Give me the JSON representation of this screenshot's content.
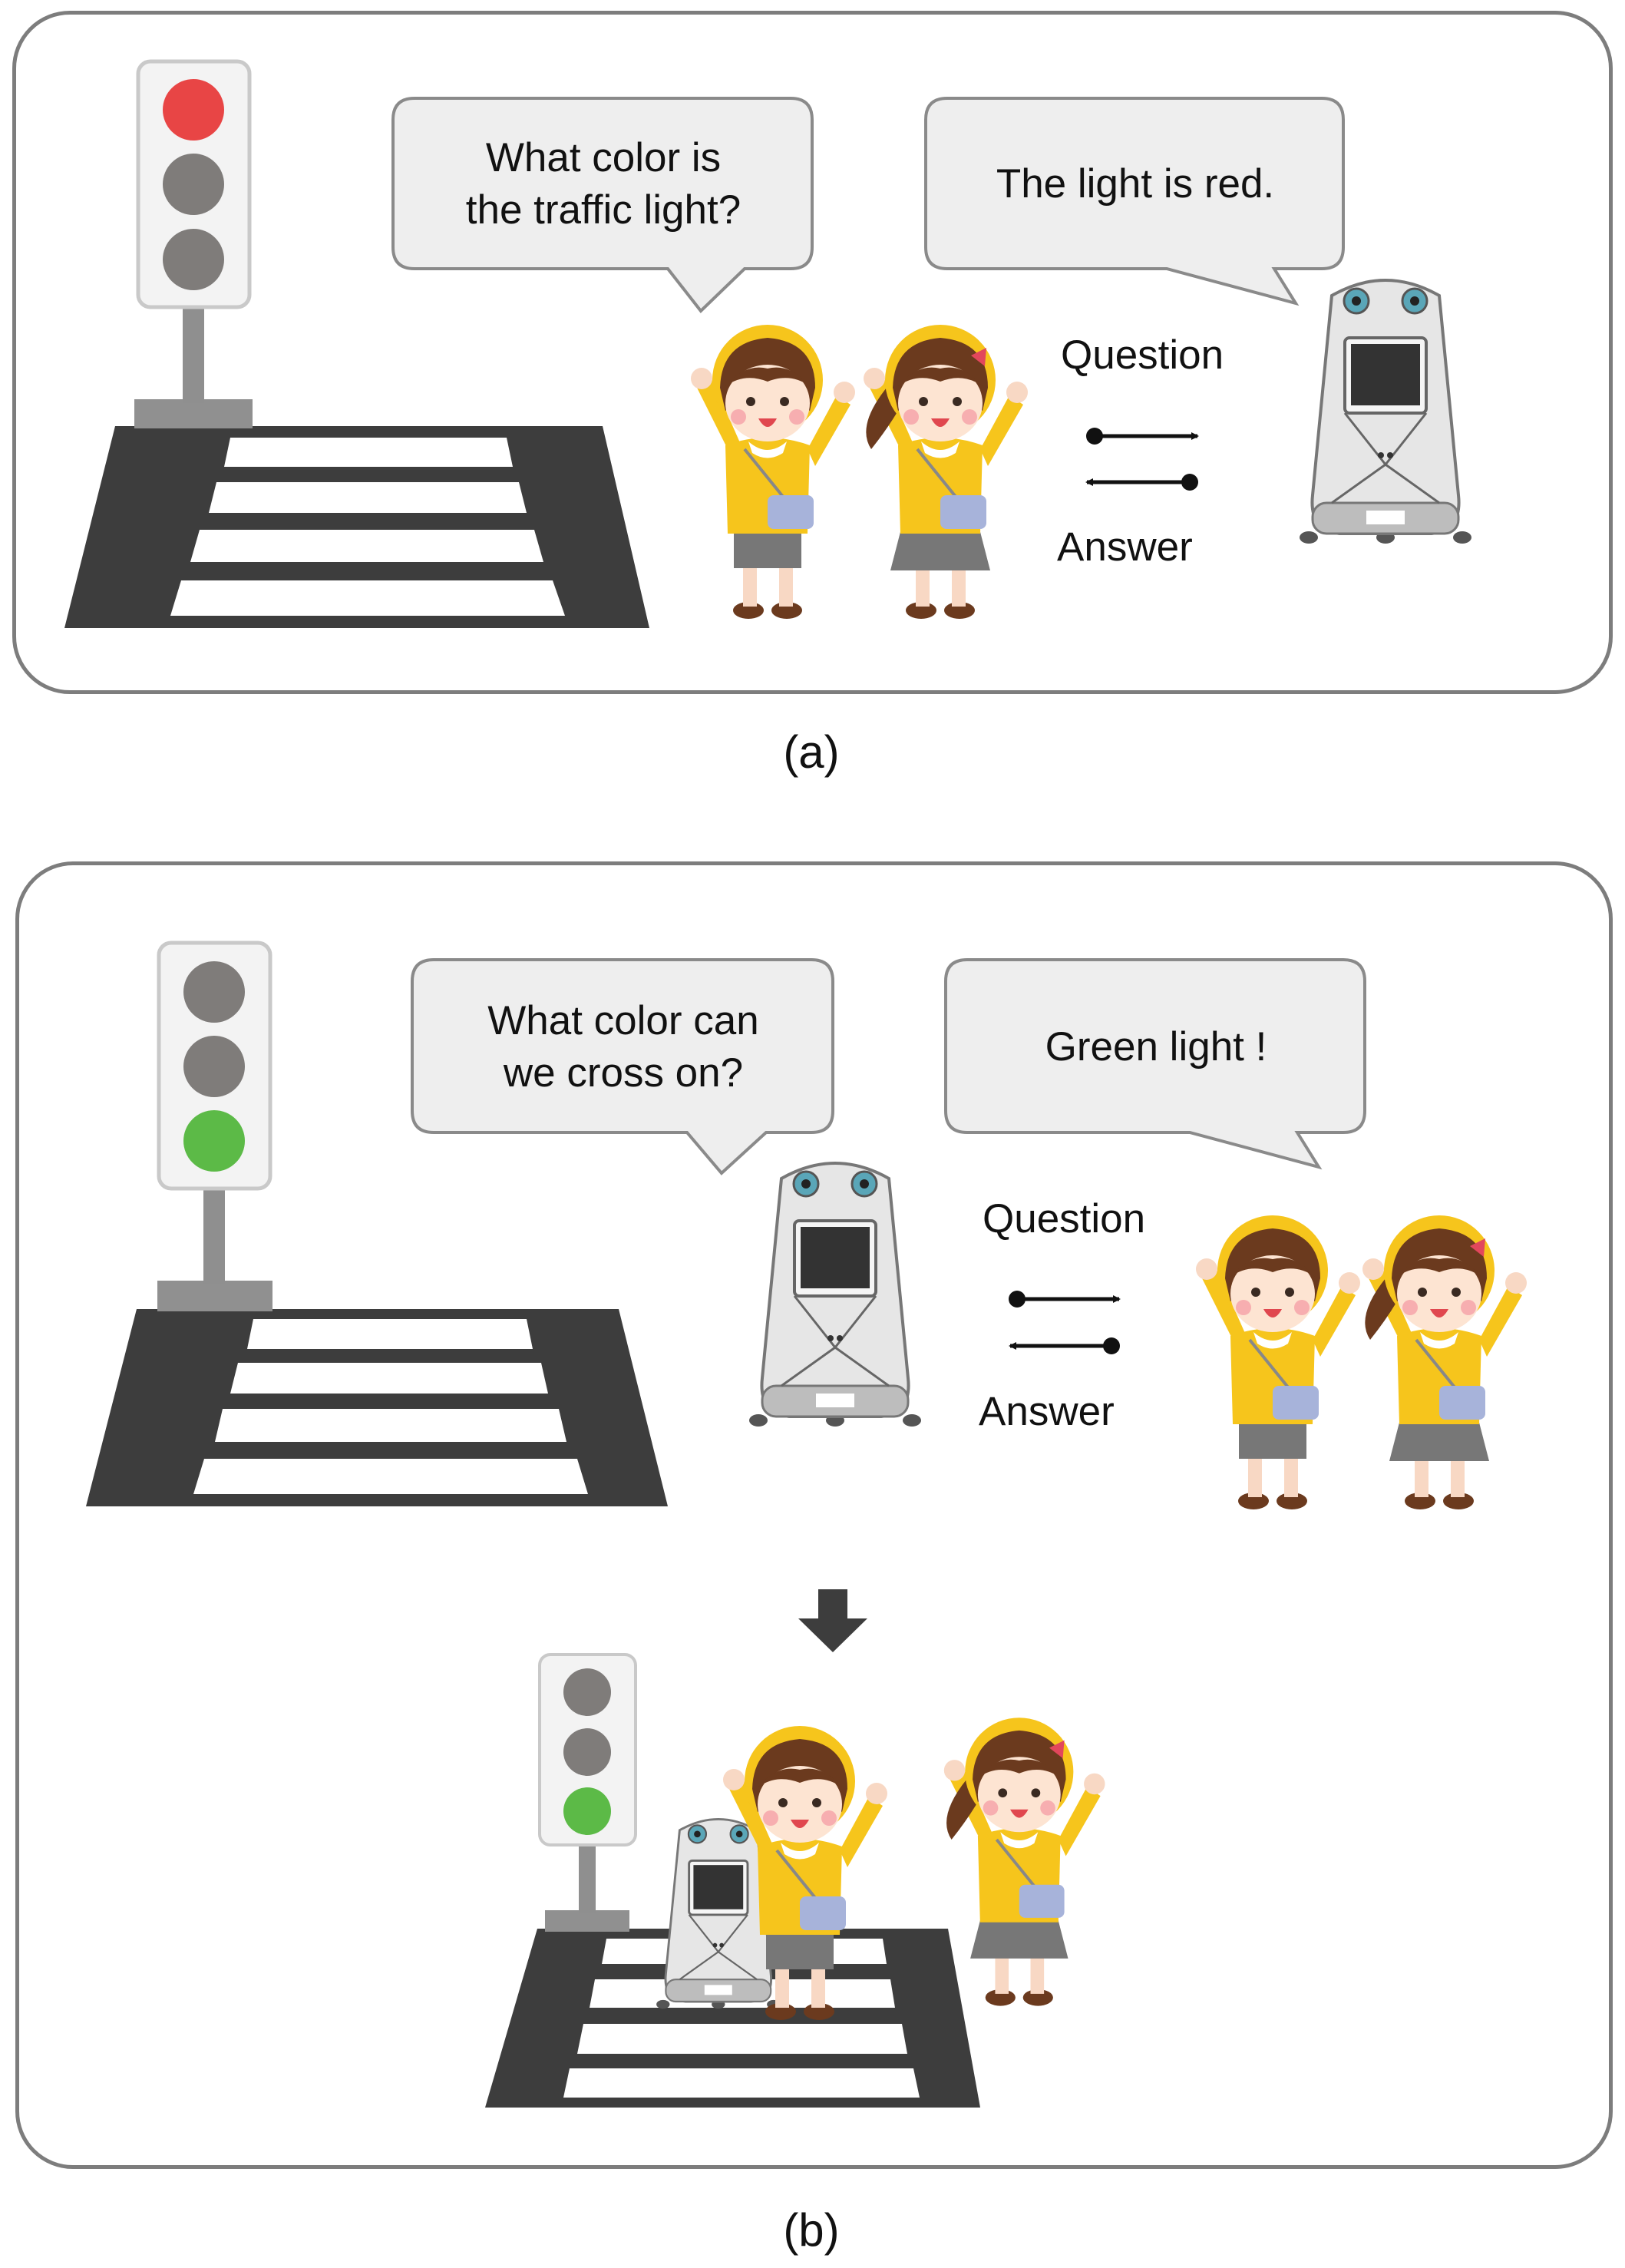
{
  "panel_a": {
    "caption": "(a)",
    "child_bubble": [
      "What color is",
      "the traffic light?"
    ],
    "robot_bubble": [
      "The light is red."
    ],
    "question_label": "Question",
    "answer_label": "Answer",
    "traffic_light": {
      "active": "red"
    }
  },
  "panel_b": {
    "caption": "(b)",
    "robot_bubble": [
      "What color can",
      "we cross on?"
    ],
    "child_bubble": [
      "Green light !"
    ],
    "question_label": "Question",
    "answer_label": "Answer",
    "traffic_light": {
      "active": "green"
    }
  },
  "colors": {
    "red_lamp": "#e84545",
    "green_lamp": "#5cba47",
    "off_lamp": "#7f7c7a",
    "road": "#3d3d3d",
    "hat_and_shirt": "#f6c51c",
    "bag": "#a7b3da",
    "robot_body": "#e6e6e6",
    "robot_screen": "#333333",
    "bubble_fill": "#eeeeee"
  }
}
